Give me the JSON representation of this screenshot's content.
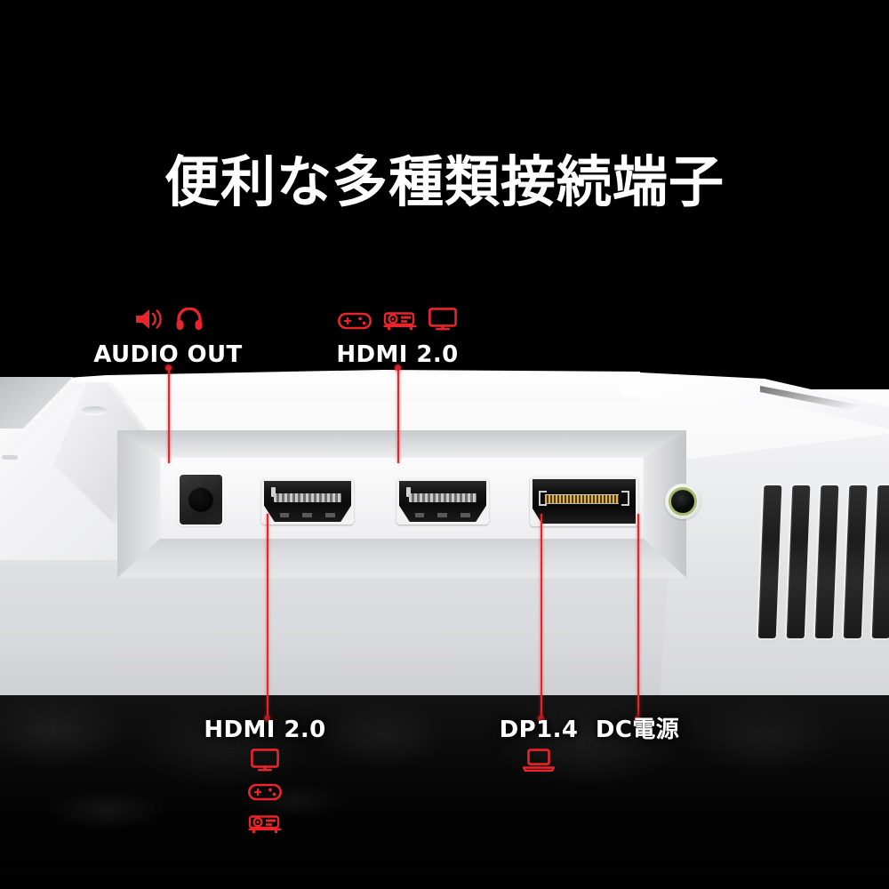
{
  "page": {
    "title": "便利な多種類接続端子",
    "background_color": "#000000",
    "accent_color": "#e8252a",
    "text_color": "#ffffff"
  },
  "callouts": [
    {
      "id": "audio-out",
      "label": "AUDIO OUT",
      "position": "top",
      "icons": [
        "speaker-icon",
        "headphones-icon"
      ]
    },
    {
      "id": "hdmi-top",
      "label": "HDMI 2.0",
      "position": "top",
      "icons": [
        "gamepad-icon",
        "projector-icon",
        "monitor-icon"
      ]
    },
    {
      "id": "hdmi-bottom",
      "label": "HDMI 2.0",
      "position": "bottom",
      "icons": [
        "monitor-icon",
        "gamepad-icon",
        "projector-icon"
      ]
    },
    {
      "id": "dp",
      "label": "DP1.4",
      "position": "bottom",
      "icons": [
        "laptop-icon"
      ]
    },
    {
      "id": "dc-power",
      "label": "DC電源",
      "position": "bottom",
      "icons": []
    }
  ],
  "ports": [
    {
      "name": "audio-out-jack",
      "type": "optical-audio"
    },
    {
      "name": "hdmi-port-1",
      "type": "hdmi"
    },
    {
      "name": "hdmi-port-2",
      "type": "hdmi"
    },
    {
      "name": "displayport-port",
      "type": "displayport"
    },
    {
      "name": "dc-power-jack",
      "type": "dc-barrel"
    }
  ],
  "vent_count": 5
}
